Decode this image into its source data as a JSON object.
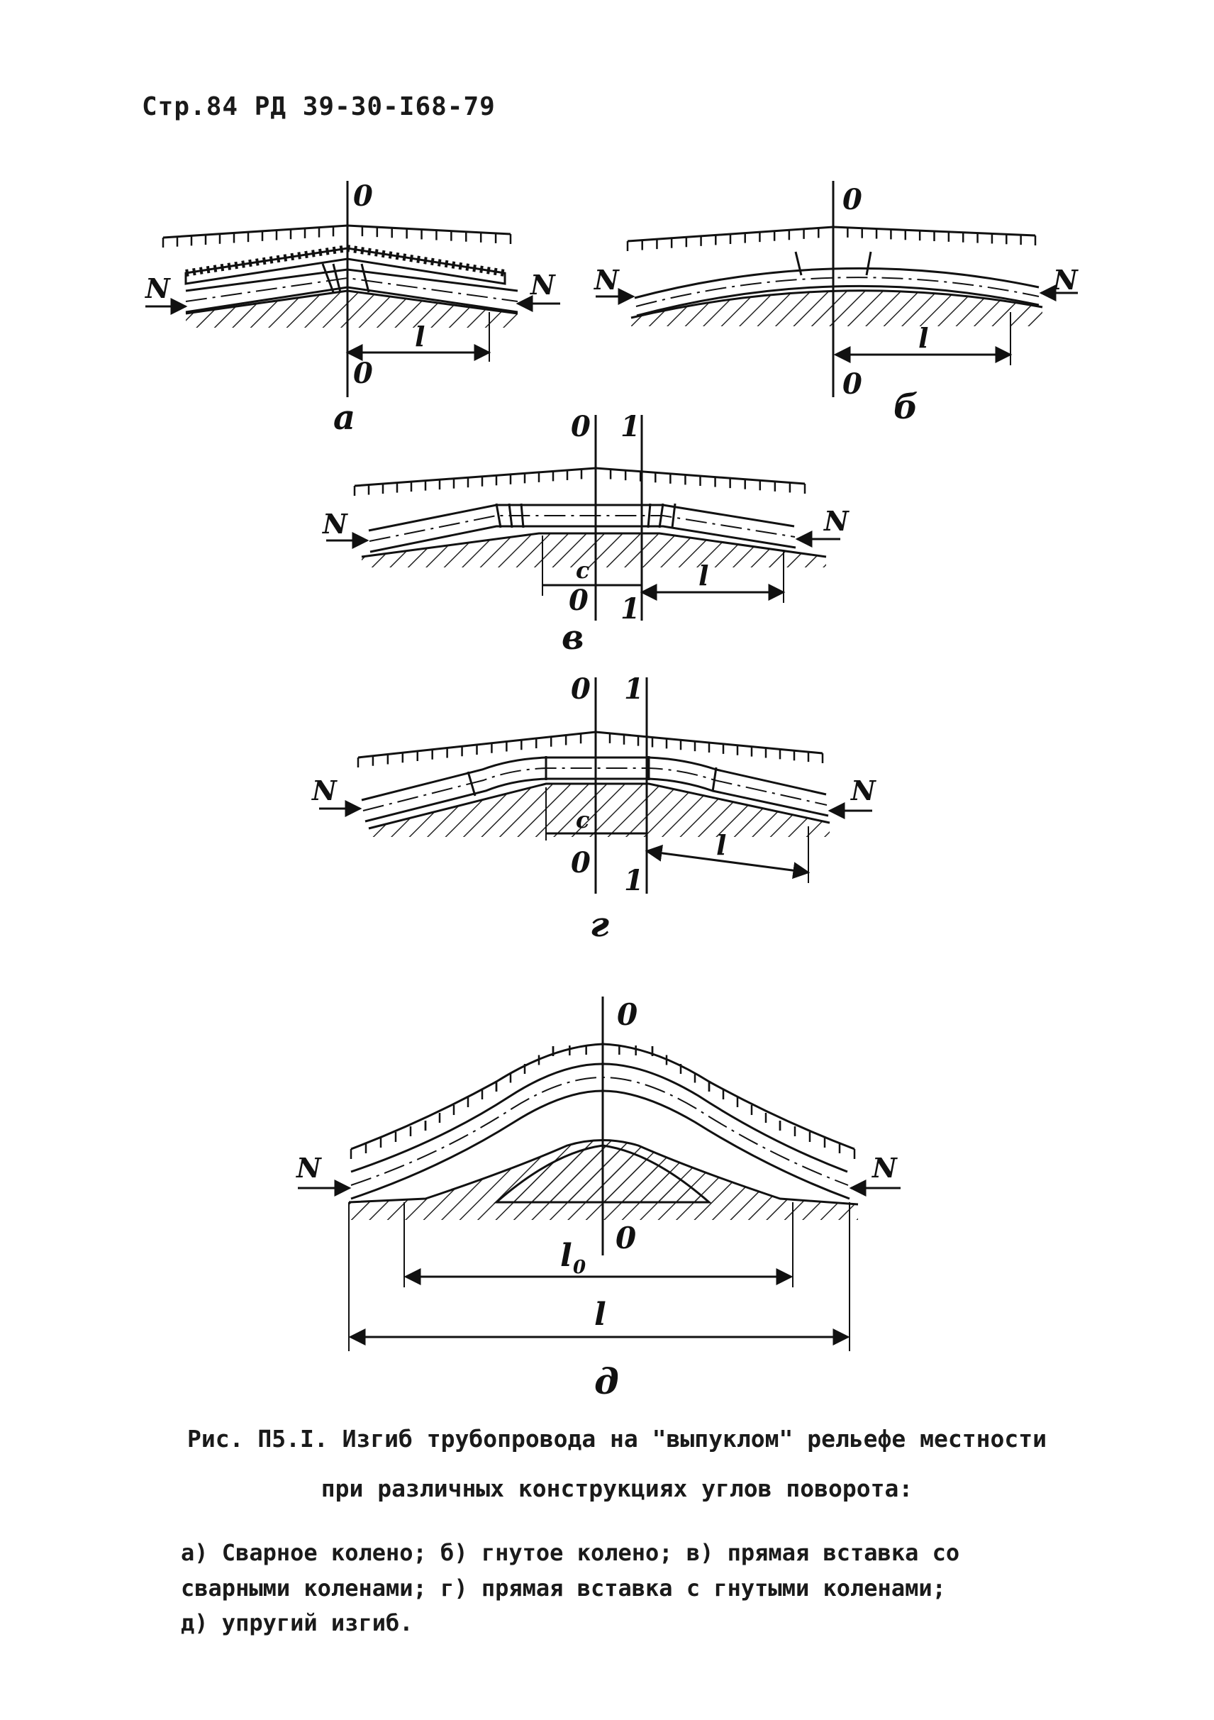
{
  "header": "Стр.84  РД 39-30-I68-79",
  "figure": {
    "axis_zero": "0",
    "axis_one": "1",
    "force": "N",
    "length": "l",
    "length0": "l",
    "length0_sub": "0",
    "length_c": "c",
    "sub_a": "a",
    "sub_b": "б",
    "sub_v": "в",
    "sub_g": "г",
    "sub_d": "д"
  },
  "caption": {
    "line1": "Рис. П5.I. Изгиб трубопровода на \"выпуклом\" рельефе местности",
    "line2": "при различных конструкциях углов поворота:"
  },
  "legend": {
    "line1": "а) Сварное колено;  б) гнутое колено;  в) прямая вставка со",
    "line2": "сварными коленами;  г) прямая вставка с гнутыми коленами;",
    "line3": "д) упругий изгиб."
  }
}
